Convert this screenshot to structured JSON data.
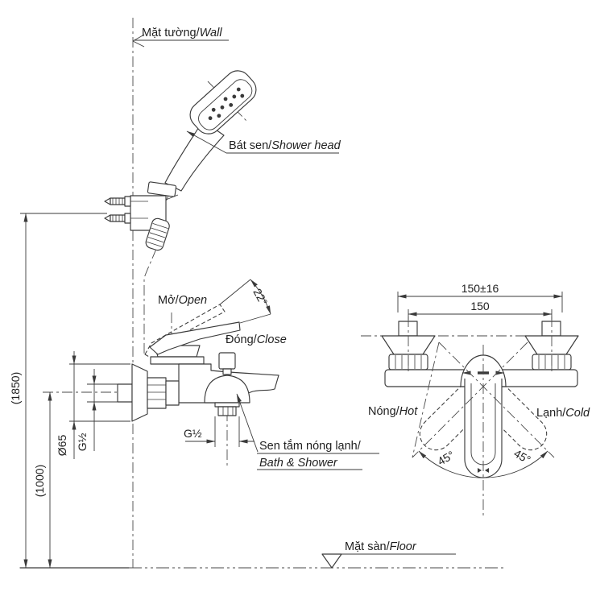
{
  "labels": {
    "wall": {
      "vi": "Mặt tường/",
      "en": "Wall"
    },
    "shower_head": {
      "vi": "Bát sen/",
      "en": "Shower head"
    },
    "open": {
      "vi": "Mở/",
      "en": "Open"
    },
    "close": {
      "vi": "Đóng/",
      "en": "Close"
    },
    "hot": {
      "vi": "Nóng/",
      "en": "Hot"
    },
    "cold": {
      "vi": "Lạnh/",
      "en": "Cold"
    },
    "floor": {
      "vi": "Mặt sàn/",
      "en": "Floor"
    },
    "bath_shower": {
      "vi": "Sen tắm nóng lạnh/",
      "en": "Bath & Shower"
    }
  },
  "dimensions": {
    "height_total": "(1850)",
    "height_supply": "(1000)",
    "flange_diameter": "Ø65",
    "supply_thread": "G½",
    "outlet_thread": "G½",
    "handle_open_angle": "22°",
    "swing_left": "45°",
    "swing_right": "45°",
    "center_distance_tol": "150±16",
    "center_distance": "150"
  },
  "colors": {
    "line": "#3a3a3a",
    "text": "#1f1f1f",
    "background": "#ffffff"
  }
}
